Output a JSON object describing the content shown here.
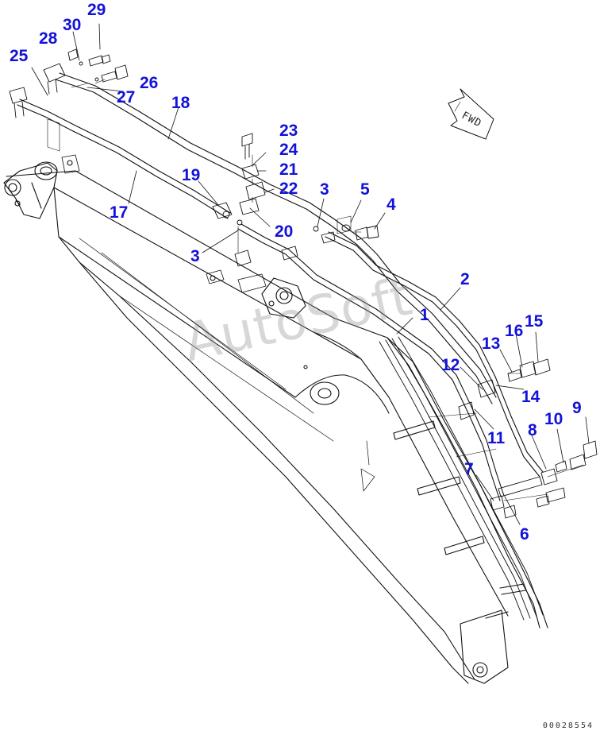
{
  "diagram": {
    "watermark": "AutoSoft",
    "direction_label": "FWD",
    "drawing_number": "00028554",
    "accent_color": "#1212d8",
    "callouts": [
      {
        "id": "c1",
        "label": "1"
      },
      {
        "id": "c2",
        "label": "2"
      },
      {
        "id": "c3a",
        "label": "3"
      },
      {
        "id": "c3b",
        "label": "3"
      },
      {
        "id": "c4",
        "label": "4"
      },
      {
        "id": "c5",
        "label": "5"
      },
      {
        "id": "c6",
        "label": "6"
      },
      {
        "id": "c7",
        "label": "7"
      },
      {
        "id": "c8",
        "label": "8"
      },
      {
        "id": "c9",
        "label": "9"
      },
      {
        "id": "c10",
        "label": "10"
      },
      {
        "id": "c11",
        "label": "11"
      },
      {
        "id": "c12",
        "label": "12"
      },
      {
        "id": "c13",
        "label": "13"
      },
      {
        "id": "c14",
        "label": "14"
      },
      {
        "id": "c15",
        "label": "15"
      },
      {
        "id": "c16",
        "label": "16"
      },
      {
        "id": "c17",
        "label": "17"
      },
      {
        "id": "c18",
        "label": "18"
      },
      {
        "id": "c19",
        "label": "19"
      },
      {
        "id": "c20",
        "label": "20"
      },
      {
        "id": "c21",
        "label": "21"
      },
      {
        "id": "c22",
        "label": "22"
      },
      {
        "id": "c23",
        "label": "23"
      },
      {
        "id": "c24",
        "label": "24"
      },
      {
        "id": "c25",
        "label": "25"
      },
      {
        "id": "c26",
        "label": "26"
      },
      {
        "id": "c27",
        "label": "27"
      },
      {
        "id": "c28",
        "label": "28"
      },
      {
        "id": "c29",
        "label": "29"
      },
      {
        "id": "c30",
        "label": "30"
      }
    ]
  }
}
